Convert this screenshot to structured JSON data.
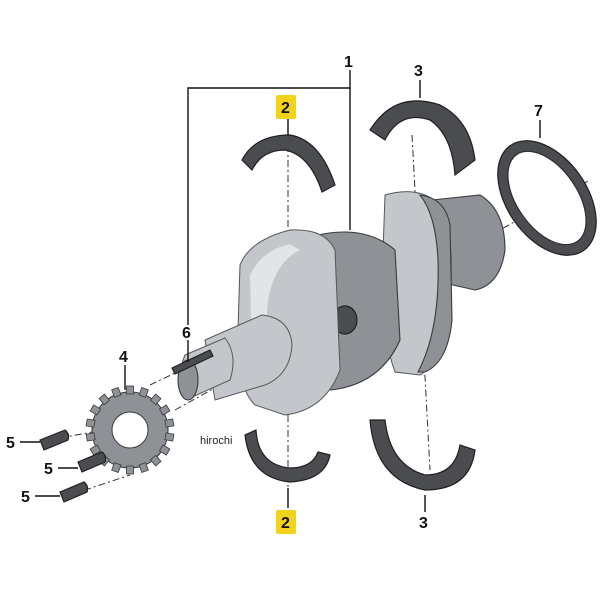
{
  "callouts": {
    "crankshaft": "1",
    "main_bearing_shell_upper": "2",
    "main_bearing_shell_lower": "2",
    "thrust_bearing_shell_upper": "3",
    "thrust_bearing_shell_lower": "3",
    "sprocket": "4",
    "screw_1": "5",
    "screw_2": "5",
    "screw_3": "5",
    "pin": "6",
    "shaft_seal": "7"
  },
  "highlight_color": "#f2d21b",
  "watermark": "hirochi"
}
